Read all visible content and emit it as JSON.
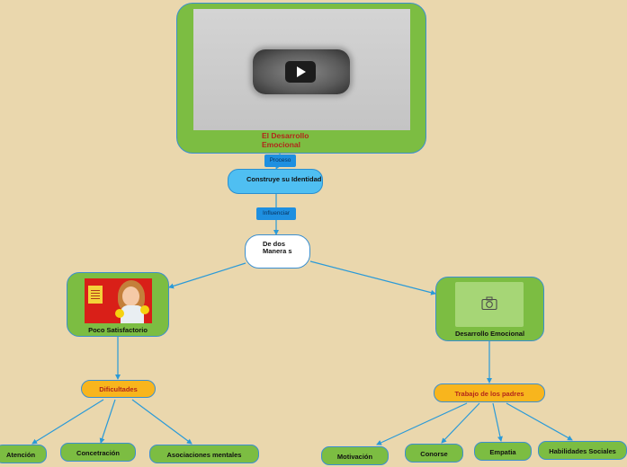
{
  "root": {
    "title": "El Desarrollo Emocional",
    "media": "video-player"
  },
  "relations": {
    "proceso": "Proceso",
    "influenciar": "Influenciar"
  },
  "nodes": {
    "construye": "Construye su Identidad",
    "de_dos": "De dos Manera s",
    "poco": "Poco Satisfactorio",
    "desarrollo": "Desarrollo Emocional",
    "dificultades": "Dificultades",
    "trabajo": "Trabajo de los padres"
  },
  "leaves_left": [
    "Atención",
    "Concetración",
    "Asociaciones mentales"
  ],
  "leaves_right": [
    "Motivación",
    "Conorse",
    "Empatia",
    "Habilidades Sociales"
  ],
  "colors": {
    "background": "#ead7ad",
    "green": "#7cbd42",
    "blue": "#4fbff2",
    "tag_blue": "#1e8fe0",
    "orange": "#f8b51d",
    "connector": "#2a9ad8",
    "title_red": "#b1271b"
  },
  "icons": {
    "video": "play-icon",
    "placeholder": "camera-icon"
  }
}
